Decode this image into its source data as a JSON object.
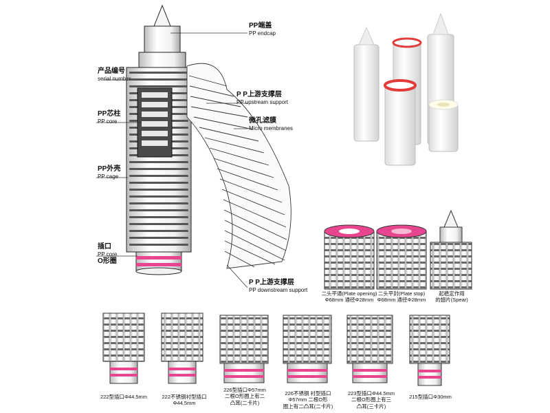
{
  "main_labels": {
    "endcap_zh": "PP端盖",
    "endcap_en": "PP endcap",
    "serial_zh": "产品编号",
    "serial_en": "serial number",
    "upstream_zh": "P P上游支撑层",
    "upstream_en": "PP upstream support",
    "membrane_zh": "微孔滤膜",
    "membrane_en": "Micro membranes",
    "core_zh": "PP芯柱",
    "core_en": "PP core",
    "cage_zh": "PP外壳",
    "cage_en": "PP cage",
    "plug_zh": "插口",
    "plug_en": "PP core",
    "oring_zh": "O形圈",
    "downstream_zh": "P P上游支撑层",
    "downstream_en": "PP downstream support"
  },
  "end_types": [
    {
      "line1": "二头平通(Plate opening)",
      "line2": "Φ68mm 通径Φ28mm"
    },
    {
      "line1": "二头平封(Plate stop)",
      "line2": "Φ68mm 通径Φ28mm"
    },
    {
      "line1": "起稳定作用",
      "line2": "的翅片(Spear)"
    }
  ],
  "adapters": [
    {
      "lines": [
        "222型插口Φ44.5mm"
      ]
    },
    {
      "lines": [
        "222不锈钢衬型插口Φ44.5mm"
      ]
    },
    {
      "lines": [
        "226型插口Φ57mm",
        "二根O形圈上有二",
        "凸耳(二卡片)"
      ]
    },
    {
      "lines": [
        "226不锈钢 衬型插口",
        "Φ57mm 二根O形",
        "圈上有二凸耳(二卡片)"
      ]
    },
    {
      "lines": [
        "223型插口Φ44.5mm",
        "二根O形圈上有三",
        "凸耳(三卡片)"
      ]
    },
    {
      "lines": [
        "215型插口Φ30mm"
      ]
    }
  ],
  "colors": {
    "pink": "#e7468f",
    "pink_light": "#f6b9d3",
    "red_ring": "#e23b3b",
    "ink": "#222222"
  }
}
